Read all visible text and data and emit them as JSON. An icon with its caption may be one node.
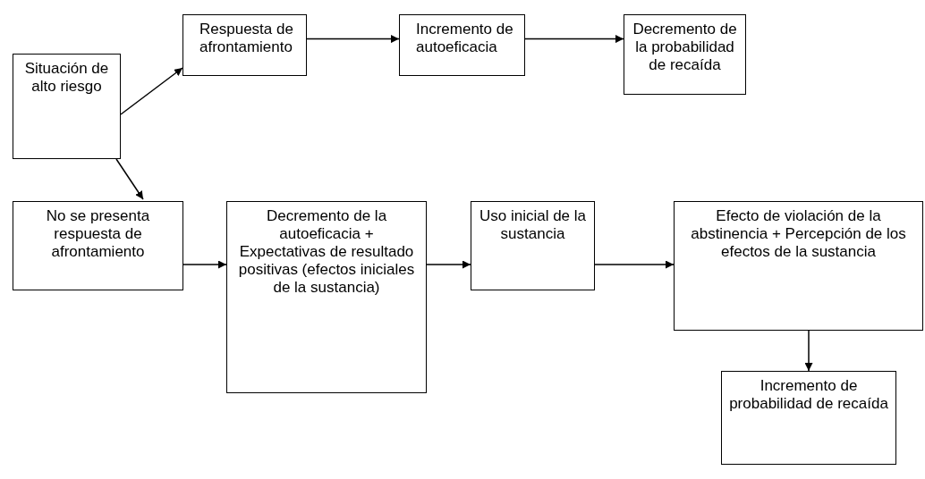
{
  "diagram": {
    "nodes": [
      {
        "text": [
          "Situación de alto riesgo"
        ]
      },
      {
        "text": [
          "Respuesta de afrontamiento"
        ]
      },
      {
        "text": [
          "Incremento de autoeficacia"
        ]
      },
      {
        "text": [
          "Decremento de la probabilidad de recaída"
        ]
      },
      {
        "text": [
          "No se presenta respuesta de afrontamiento"
        ]
      },
      {
        "text": [
          "Decremento de la autoeficacia + Expectativas de resultado positivas (efectos iniciales de la sustancia)"
        ]
      },
      {
        "text": [
          "Uso inicial de la sustancia"
        ]
      },
      {
        "text": [
          "Efecto de violación de la abstinencia + Percepción de los efectos de la sustancia"
        ]
      },
      {
        "text": [
          "Incremento de probabilidad de recaída"
        ]
      }
    ],
    "edges": [
      {
        "from": 0,
        "to": 1,
        "arrow": "to"
      },
      {
        "from": 1,
        "to": 2,
        "arrow": "to"
      },
      {
        "from": 2,
        "to": 3,
        "arrow": "to"
      },
      {
        "from": 0,
        "to": 4,
        "arrow": "to"
      },
      {
        "from": 4,
        "to": 5,
        "arrow": "to"
      },
      {
        "from": 5,
        "to": 6,
        "arrow": "to"
      },
      {
        "from": 6,
        "to": 7,
        "arrow": "to"
      },
      {
        "from": 7,
        "to": 8,
        "arrow": "to"
      }
    ]
  }
}
